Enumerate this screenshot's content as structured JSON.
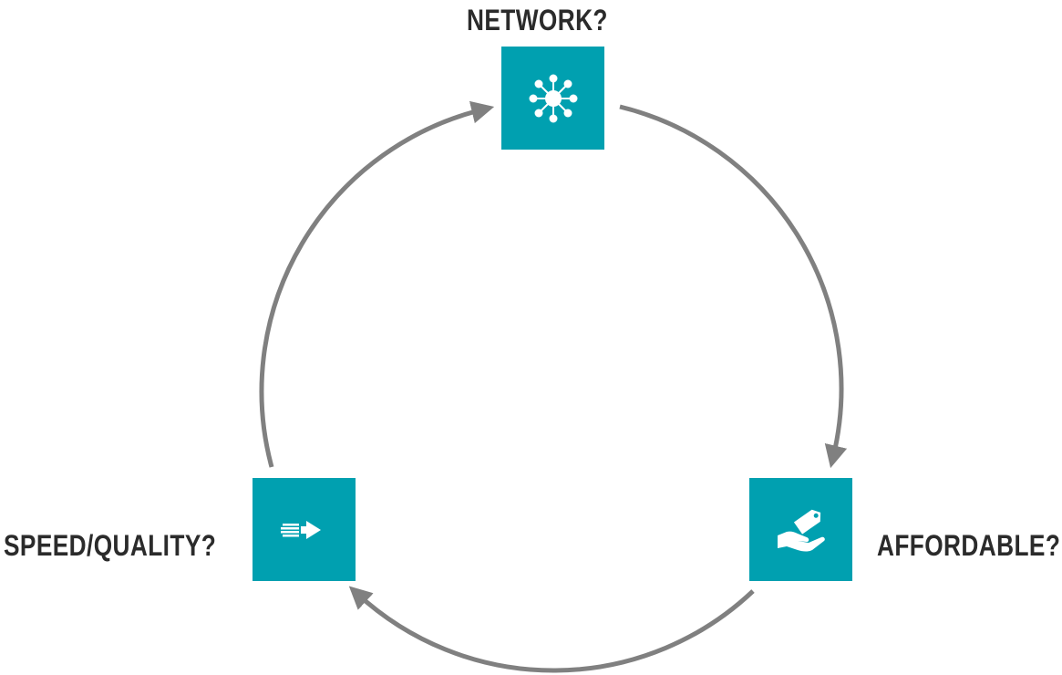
{
  "diagram": {
    "nodes": [
      {
        "id": "network",
        "label": "NETWORK?",
        "icon": "network-icon"
      },
      {
        "id": "affordable",
        "label": "AFFORDABLE?",
        "icon": "hand-price-tag-icon"
      },
      {
        "id": "speed",
        "label": "SPEED/QUALITY?",
        "icon": "fast-arrow-icon"
      }
    ],
    "colors": {
      "node_fill": "#00a0b0",
      "arrow": "#808080",
      "label": "#2b2b2b"
    }
  }
}
